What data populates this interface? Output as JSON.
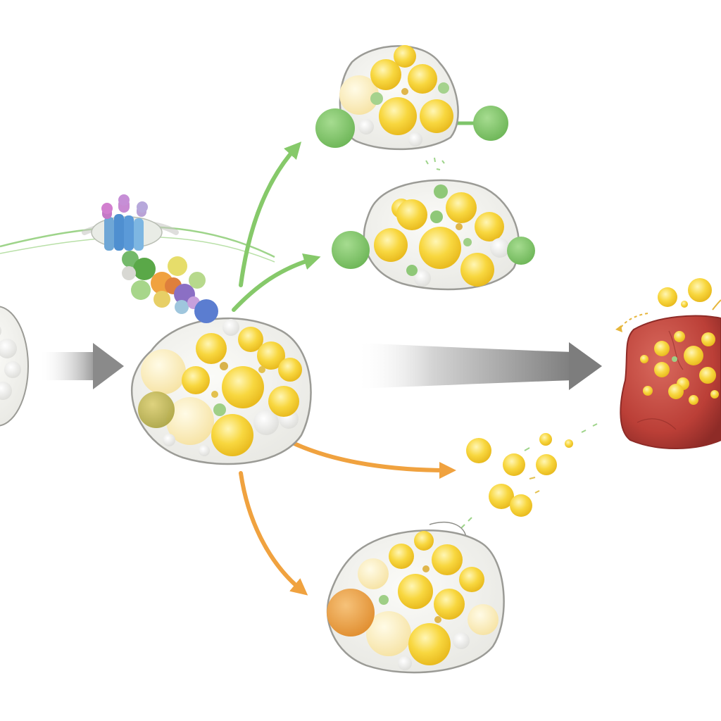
{
  "diagram": {
    "colors": {
      "background": "#ffffff",
      "cell_fill": "#f1f1ee",
      "cell_outline": "#9b9b96",
      "lipid": "#f7d23a",
      "lipid_highlight": "#fff2a0",
      "pale_lipid": "#fbe9a8",
      "green_arrow": "#86c96a",
      "green_node": "#7ec46a",
      "orange_arrow": "#f0a23f",
      "orange_node": "#eda24e",
      "gray_arrow": "#8f8f8f",
      "liver": "#c0453e",
      "liver_dark": "#8e2b27",
      "membrane_line": "#9ed48a"
    },
    "icons": [
      "receptor-icon",
      "signaling-complex-icon",
      "lipid-droplet-icon",
      "liver-icon"
    ],
    "elements": [
      "partial-cell-left",
      "central-adipocyte",
      "membrane-receptor",
      "signaling-complex",
      "green-branch-adipocyte-top",
      "green-branch-adipocyte-middle",
      "orange-branch-adipocyte-bottom",
      "released-lipid-droplets",
      "liver-organ"
    ],
    "arrows": [
      {
        "from": "partial-cell-left",
        "to": "central-adipocyte",
        "color": "gray"
      },
      {
        "from": "central-adipocyte",
        "to": "liver-organ",
        "color": "gray"
      },
      {
        "from": "central-adipocyte",
        "to": "green-branch-adipocyte-top",
        "color": "green"
      },
      {
        "from": "central-adipocyte",
        "to": "green-branch-adipocyte-middle",
        "color": "green"
      },
      {
        "from": "central-adipocyte",
        "to": "released-lipid-droplets",
        "color": "orange"
      },
      {
        "from": "central-adipocyte",
        "to": "orange-branch-adipocyte-bottom",
        "color": "orange"
      }
    ]
  }
}
